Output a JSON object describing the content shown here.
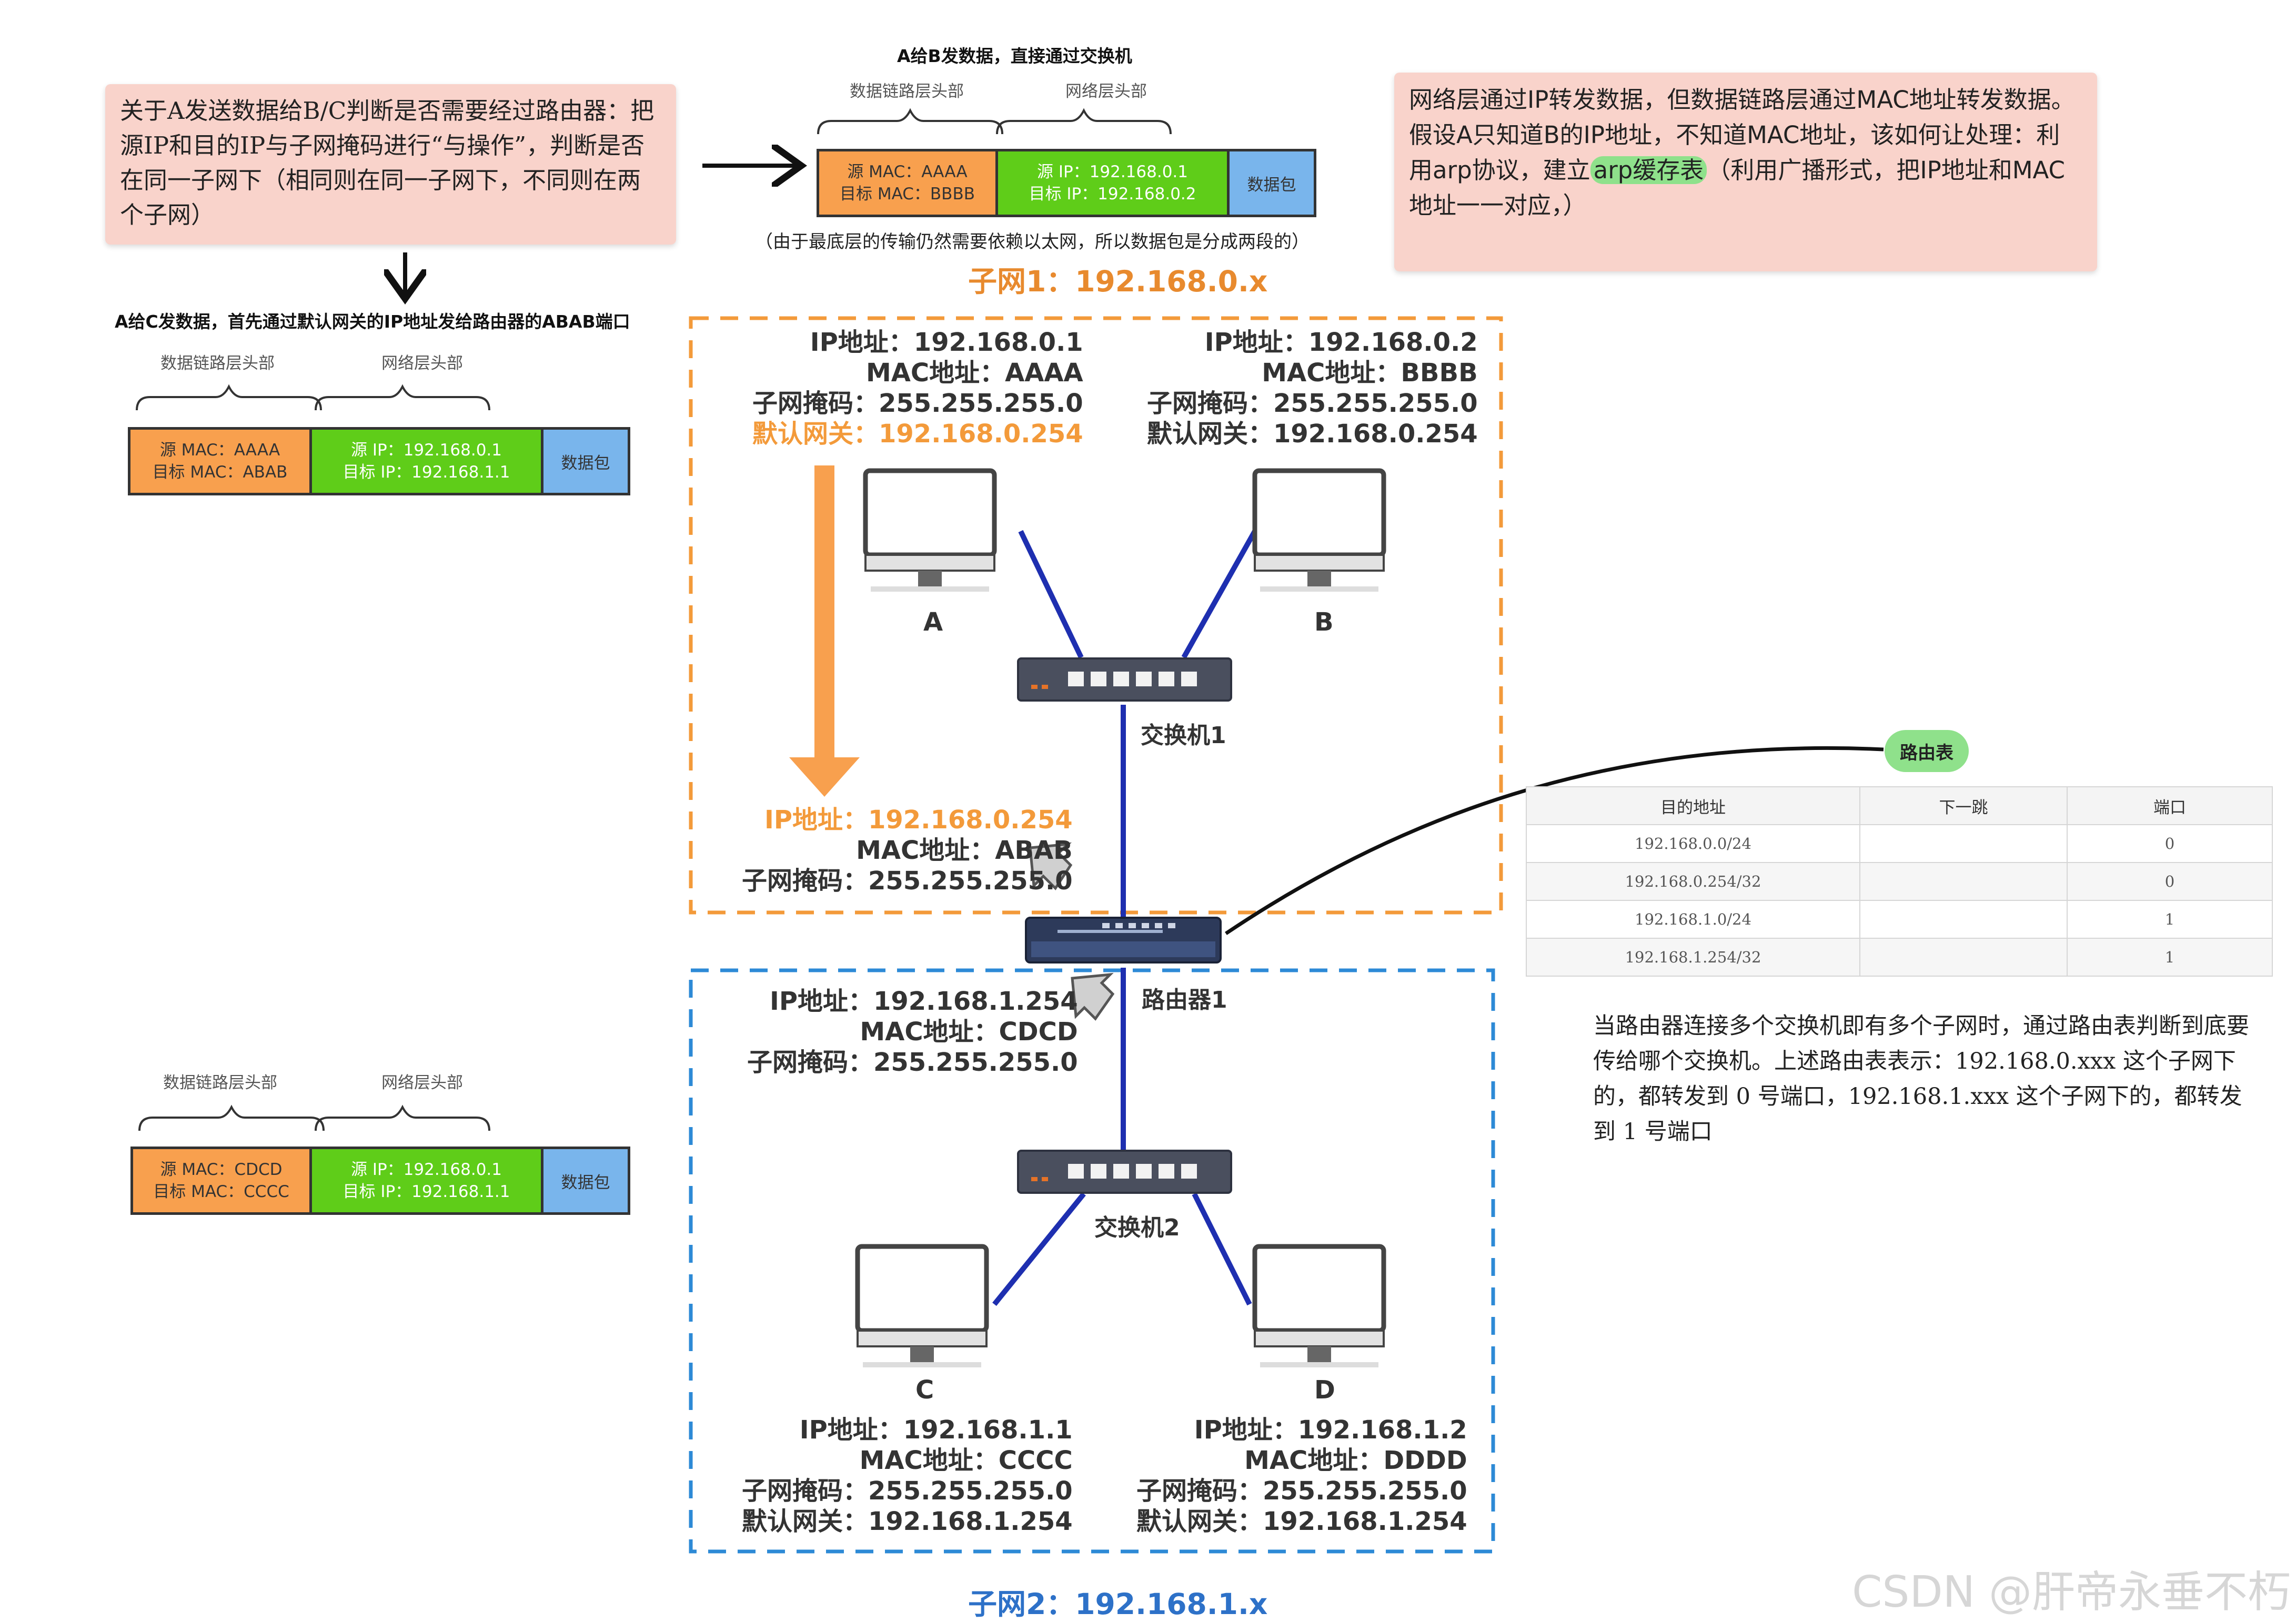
{
  "notes": {
    "left": "关于A发送数据给B/C判断是否需要经过路由器：把源IP和目的IP与子网掩码进行“与操作”，判断是否在同一子网下（相同则在同一子网下，不同则在两个子网）",
    "right_before": "网络层通过IP转发数据，但数据链路层通过MAC地址转发数据。假设A只知道B的IP地址，不知道MAC地址，该如何让处理：利用arp协议，建立",
    "right_highlight": "arp缓存表",
    "right_after": "（利用广播形式，把IP地址和MAC地址一一对应，）"
  },
  "captions": {
    "a_to_b": "A给B发数据，直接通过交换机",
    "a_to_c": "A给C发数据，首先通过默认网关的IP地址发给路由器的ABAB端口",
    "ethernet_note": "（由于最底层的传输仍然需要依赖以太网，所以数据包是分成两段的）"
  },
  "packets": {
    "link_header": "数据链路层头部",
    "net_header": "网络层头部",
    "data_label": "数据包",
    "p_ab": {
      "src_mac": "源 MAC：AAAA",
      "dst_mac": "目标 MAC：BBBB",
      "src_ip": "源 IP：192.168.0.1",
      "dst_ip": "目标 IP：192.168.0.2"
    },
    "p_ac1": {
      "src_mac": "源 MAC：AAAA",
      "dst_mac": "目标 MAC：ABAB",
      "src_ip": "源 IP：192.168.0.1",
      "dst_ip": "目标 IP：192.168.1.1"
    },
    "p_ac2": {
      "src_mac": "源 MAC：CDCD",
      "dst_mac": "目标 MAC：CCCC",
      "src_ip": "源 IP：192.168.0.1",
      "dst_ip": "目标 IP：192.168.1.1"
    }
  },
  "subnets": {
    "s1": "子网1：192.168.0.x",
    "s2": "子网2：192.168.1.x"
  },
  "hosts": {
    "A": {
      "name": "A",
      "ip": "IP地址：192.168.0.1",
      "mac": "MAC地址：AAAA",
      "mask": "子网掩码：255.255.255.0",
      "gw": "默认网关：192.168.0.254"
    },
    "B": {
      "name": "B",
      "ip": "IP地址：192.168.0.2",
      "mac": "MAC地址：BBBB",
      "mask": "子网掩码：255.255.255.0",
      "gw": "默认网关：192.168.0.254"
    },
    "C": {
      "name": "C",
      "ip": "IP地址：192.168.1.1",
      "mac": "MAC地址：CCCC",
      "mask": "子网掩码：255.255.255.0",
      "gw": "默认网关：192.168.1.254"
    },
    "D": {
      "name": "D",
      "ip": "IP地址：192.168.1.2",
      "mac": "MAC地址：DDDD",
      "mask": "子网掩码：255.255.255.0",
      "gw": "默认网关：192.168.1.254"
    }
  },
  "router_ports": {
    "p0": {
      "ip": "IP地址：192.168.0.254",
      "mac": "MAC地址：ABAB",
      "mask": "子网掩码：255.255.255.0"
    },
    "p1": {
      "ip": "IP地址：192.168.1.254",
      "mac": "MAC地址：CDCD",
      "mask": "子网掩码：255.255.255.0"
    }
  },
  "devices": {
    "switch1": "交换机1",
    "switch2": "交换机2",
    "router1": "路由器1"
  },
  "routing_table": {
    "badge": "路由表",
    "headers": [
      "目的地址",
      "下一跳",
      "端口"
    ],
    "rows": [
      [
        "192.168.0.0/24",
        "",
        "0"
      ],
      [
        "192.168.0.254/32",
        "",
        "0"
      ],
      [
        "192.168.1.0/24",
        "",
        "1"
      ],
      [
        "192.168.1.254/32",
        "",
        "1"
      ]
    ]
  },
  "explanation": "当路由器连接多个交换机即有多个子网时，通过路由表判断到底要传给哪个交换机。上述路由表表示：192.168.0.xxx 这个子网下的，都转发到 0 号端口，192.168.1.xxx 这个子网下的，都转发到 1 号端口",
  "watermark": "CSDN @肝帝永垂不朽",
  "colors": {
    "orange": "#f39a3a",
    "blue": "#2d71c8",
    "link": "#1e2fb0"
  }
}
